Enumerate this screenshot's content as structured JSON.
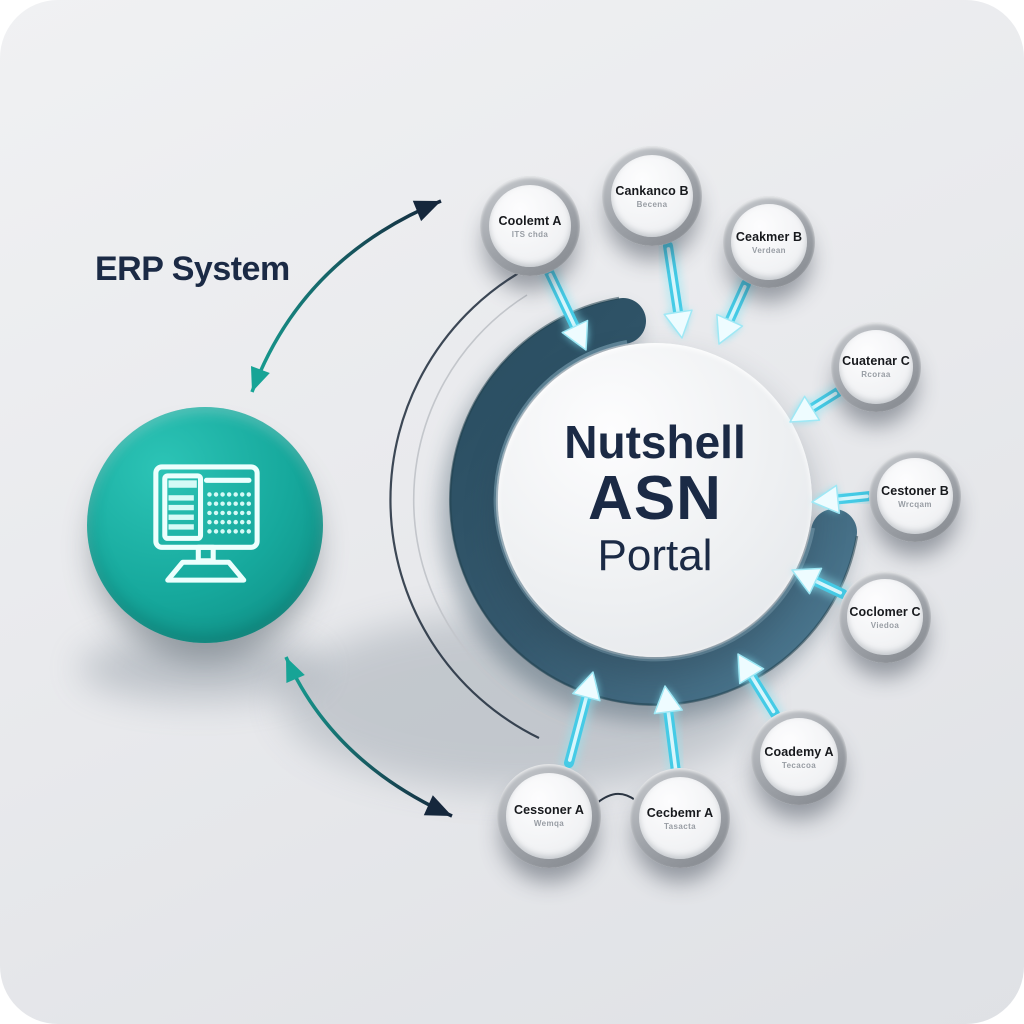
{
  "diagram_title": "ERP System to Nutshell ASN Portal data flow",
  "erp": {
    "label": "ERP System"
  },
  "portal": {
    "title_line1": "Nutshell",
    "title_line2": "ASN",
    "title_line3": "Portal"
  },
  "nodes": [
    {
      "label": "Coolemt A",
      "sub": "ITS chda"
    },
    {
      "label": "Cankanco B",
      "sub": "Becena"
    },
    {
      "label": "Ceakmer B",
      "sub": "Verdean"
    },
    {
      "label": "Cuatenar C",
      "sub": "Rcoraa"
    },
    {
      "label": "Cestoner B",
      "sub": "Wrcqam"
    },
    {
      "label": "Coclomer C",
      "sub": "Viedoa"
    },
    {
      "label": "Coademy A",
      "sub": "Tecacoa"
    },
    {
      "label": "Cessoner A",
      "sub": "Wemqa"
    },
    {
      "label": "Cecbemr A",
      "sub": "Tasacta"
    }
  ],
  "icons": {
    "erp_icon": "computer-monitor-spreadsheet-icon",
    "inbound_arrow": "cyan-glow-arrow",
    "sync_arrows": "curved-double-arrow"
  },
  "colors": {
    "erp_teal": "#16a89c",
    "ring_slate": "#3c627a",
    "arrow_cyan": "#45cbe6",
    "arrow_navy": "#15273c",
    "arrow_teal": "#17a496",
    "text_navy": "#1b2a45",
    "canvas_gray": "#e9eaed"
  }
}
